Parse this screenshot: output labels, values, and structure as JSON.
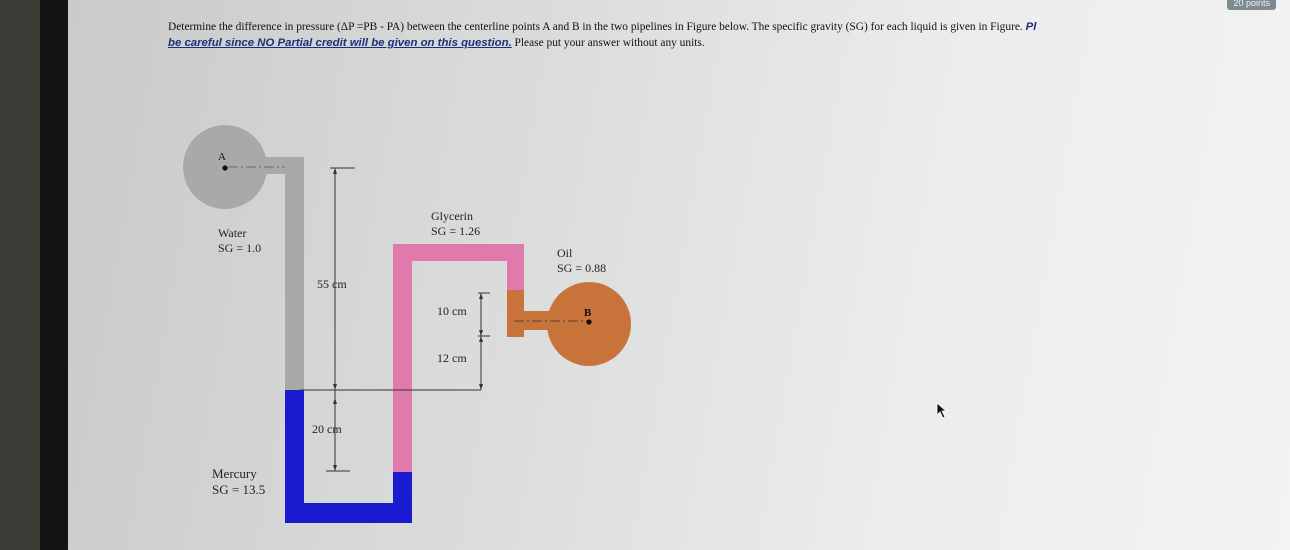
{
  "badge": "20 points",
  "question": {
    "line1": "Determine the difference in pressure (ΔP =PB - PA) between the centerline points A and B in the two pipelines in Figure below.  The specific gravity (SG) for each liquid is given in Figure.",
    "line1_tail": "Pl",
    "warning": "be careful since NO Partial credit will be given on this question.",
    "line2_rest": " Please put your answer without any units."
  },
  "figure": {
    "point_a": "A",
    "point_b": "B",
    "water_name": "Water",
    "water_sg": "SG = 1.0",
    "glycerin_name": "Glycerin",
    "glycerin_sg": "SG = 1.26",
    "oil_name": "Oil",
    "oil_sg": "SG = 0.88",
    "mercury_name": "Mercury",
    "mercury_sg": "SG = 13.5",
    "dim_55": "55 cm",
    "dim_20": "20 cm",
    "dim_10": "10 cm",
    "dim_12": "12 cm"
  },
  "colors": {
    "water_pipe": "#a9a9a9",
    "mercury": "#1a1ad0",
    "glycerin": "#e07aac",
    "oil": "#c8733a"
  }
}
